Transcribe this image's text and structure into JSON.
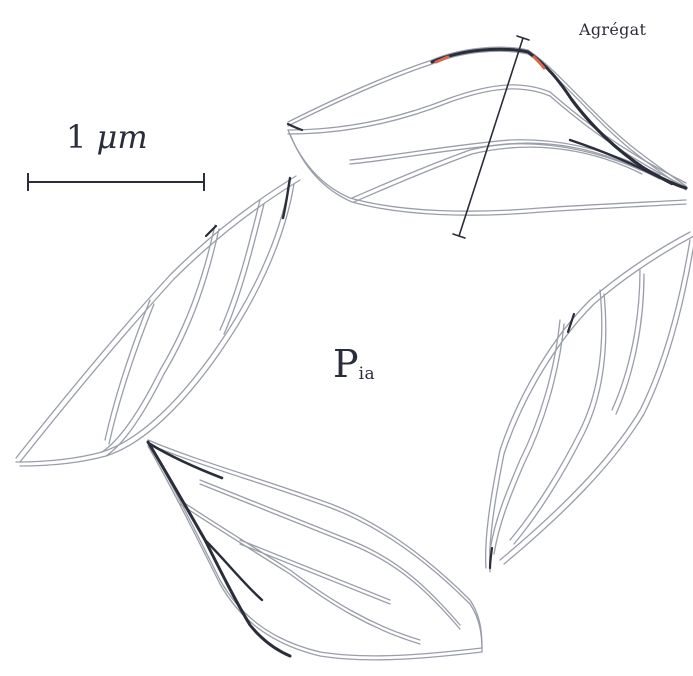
{
  "diagram": {
    "aggregate_label": "Agrégat",
    "scale_bar": {
      "value": "1",
      "unit": "μm"
    },
    "pore_label": {
      "main": "P",
      "subscript": "ia"
    },
    "colors": {
      "ink": "#2a2d3a",
      "faint_line": "#9a9ea8",
      "accent_red": "#d9674f",
      "background": "#ffffff"
    }
  }
}
